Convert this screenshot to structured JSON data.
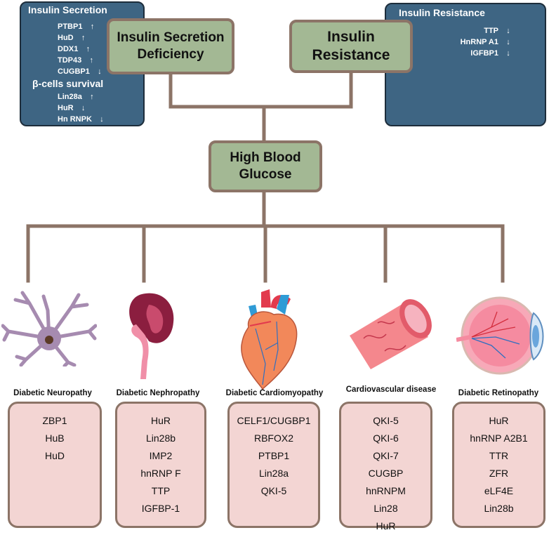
{
  "insulin_secretion": {
    "title": "Insulin Secretion",
    "genes_top": [
      {
        "name": "PTBP1",
        "arrow": "↑"
      },
      {
        "name": "HuD",
        "arrow": "↑"
      },
      {
        "name": "DDX1",
        "arrow": "↑"
      },
      {
        "name": "TDP43",
        "arrow": "↑"
      },
      {
        "name": "CUGBP1",
        "arrow": "↓"
      }
    ],
    "subtitle": "β-cells survival",
    "genes_bottom": [
      {
        "name": "Lin28a",
        "arrow": "↑"
      },
      {
        "name": "HuR",
        "arrow": "↓"
      },
      {
        "name": "Hn RNPK",
        "arrow": "↓"
      }
    ]
  },
  "insulin_resistance": {
    "title": "Insulin Resistance",
    "genes": [
      {
        "name": "TTP",
        "arrow": "↓"
      },
      {
        "name": "HnRNP A1",
        "arrow": "↓"
      },
      {
        "name": "IGFBP1",
        "arrow": "↓"
      }
    ]
  },
  "causes": {
    "secretion_deficiency": "Insulin Secretion Deficiency",
    "resistance": "Insulin Resistance"
  },
  "center": {
    "label": "High Blood Glucose"
  },
  "diseases": [
    {
      "title": "Diabetic Neuropathy",
      "icon": "neuron-icon",
      "items": [
        "ZBP1",
        "HuB",
        "HuD"
      ]
    },
    {
      "title": "Diabetic Nephropathy",
      "icon": "kidney-icon",
      "items": [
        "HuR",
        "Lin28b",
        "IMP2",
        "hnRNP F",
        "TTP",
        "IGFBP-1"
      ]
    },
    {
      "title": "Diabetic Cardiomyopathy",
      "icon": "heart-icon",
      "items": [
        "CELF1/CUGBP1",
        "RBFOX2",
        "PTBP1",
        "Lin28a",
        "QKI-5"
      ]
    },
    {
      "title": "Cardiovascular disease",
      "icon": "blood-vessel-icon",
      "items": [
        "QKI-5",
        "QKI-6",
        "QKI-7",
        "CUGBP",
        "hnRNPM",
        "Lin28",
        "HuR"
      ]
    },
    {
      "title": "Diabetic Retinopathy",
      "icon": "eye-icon",
      "items": [
        "HuR",
        "hnRNP A2B1",
        "TTR",
        "ZFR",
        "eLF4E",
        "Lin28b"
      ]
    }
  ],
  "colors": {
    "connector": "#8c7467",
    "blue_box": "#3e6583",
    "green_box": "#a3b894",
    "pink_box": "#f3d5d3"
  }
}
